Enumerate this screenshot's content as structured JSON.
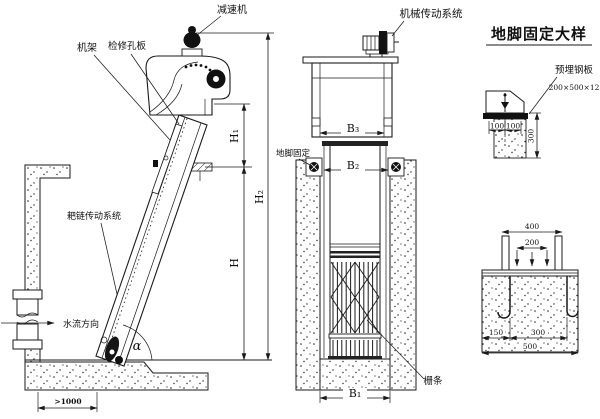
{
  "side": {
    "reducer": "减速机",
    "frame": "机架",
    "inspection_plate": "检修孔板",
    "rake_chain_drive": "耙链传动系统",
    "water_flow_direction": "水流方向",
    "alpha": "α",
    "h1": "H₁",
    "h2": "H₂",
    "h": "H",
    "min_dist": ">1000"
  },
  "front": {
    "mech_drive": "机械传动系统",
    "anchor_fix": "地脚固定",
    "bars": "栅条",
    "b1": "B₁",
    "b2": "B₂",
    "b3": "B₃"
  },
  "detail": {
    "title": "地脚固定大样",
    "embedded_plate": "预埋钢板",
    "plate_size": "200×500×12",
    "dim_100a": "100",
    "dim_100b": "100",
    "dim_300v": "300",
    "dim_400": "400",
    "dim_200": "200",
    "dim_150": "150",
    "dim_300": "300",
    "dim_500": "500"
  },
  "colors": {
    "ink": "#1a1a1a",
    "paper": "#ffffff"
  }
}
